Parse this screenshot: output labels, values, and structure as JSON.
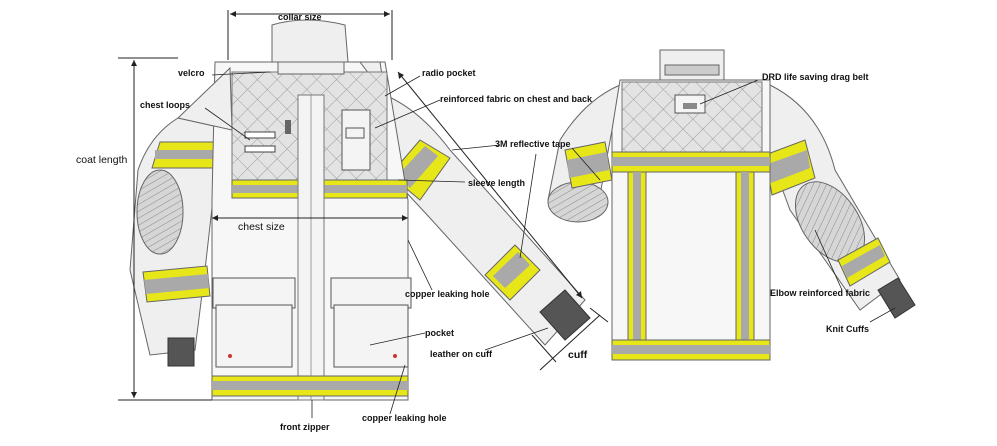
{
  "labels": {
    "collar_size": "collar size",
    "velcro": "velcro",
    "chest_loops": "chest loops",
    "coat_length": "coat  length",
    "chest_size": "chest size",
    "radio_pocket": "radio pocket",
    "reinforced_fabric": "reinforced fabric on chest and back",
    "reflective_tape": "3M reflective tape",
    "sleeve_length": "sleeve length",
    "copper_leaking_hole_side": "copper leaking hole",
    "pocket": "pocket",
    "leather_on_cuff": "leather on cuff",
    "cuff": "cuff",
    "front_zipper": "front zipper",
    "copper_leaking_hole_bottom": "copper leaking hole",
    "drd_belt": "DRD life saving drag belt",
    "elbow_reinforced": "Elbow  reinforced fabric",
    "knit_cuffs": "Knit Cuffs"
  },
  "colors": {
    "reflective_yellow": "#e6e619",
    "reflective_silver": "#a9a9a9",
    "outline": "#666666",
    "fabric": "#efefef",
    "quilt": "#e3e3e3",
    "text": "#111111"
  }
}
